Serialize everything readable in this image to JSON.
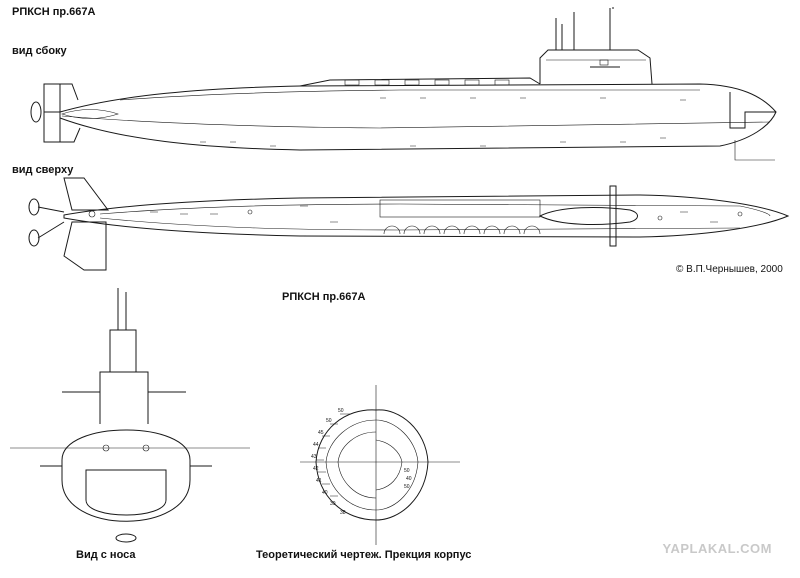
{
  "title_top": "РПКСН пр.667А",
  "view_side": "вид сбоку",
  "view_top": "вид сверху",
  "copyright": "© В.П.Чернышев, 2000",
  "title_mid": "РПКСН пр.667А",
  "view_nose": "Вид с носа",
  "view_sections": "Теоретический чертеж. Прекция корпус",
  "watermark": "YAPLAKAL.COM",
  "section_marks": [
    "50",
    "50",
    "45",
    "44",
    "43",
    "42",
    "41",
    "40",
    "39",
    "38",
    "50",
    "40",
    "50"
  ]
}
